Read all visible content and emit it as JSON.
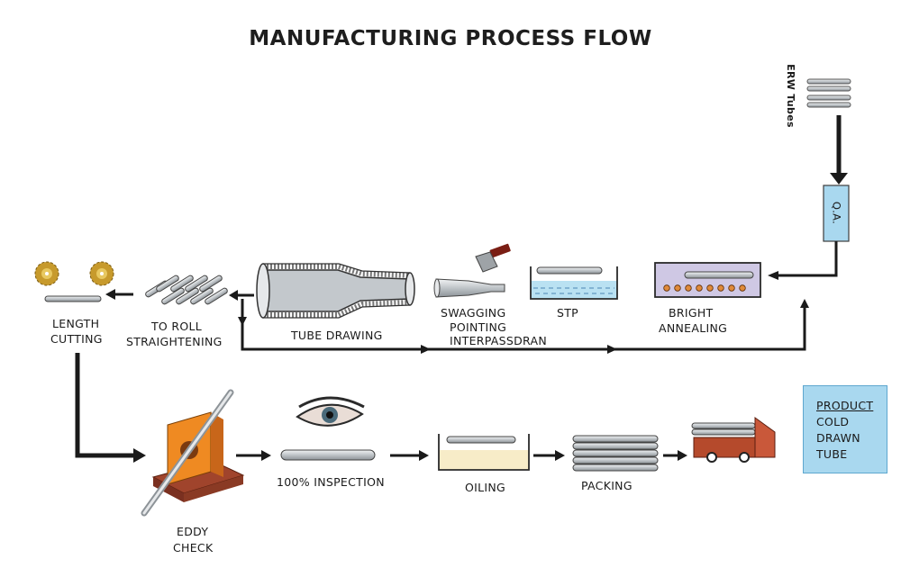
{
  "title": "MANUFACTURING PROCESS FLOW",
  "steps": {
    "erw_tubes": "ERW Tubes",
    "qa": "Q.A.",
    "bright_annealing": [
      "BRIGHT",
      "ANNEALING"
    ],
    "stp": "STP",
    "swagging": [
      "SWAGGING",
      "POINTING",
      "INTERPASSDRAN"
    ],
    "tube_drawing": "TUBE DRAWING",
    "roll_straightening": [
      "TO ROLL",
      "STRAIGHTENING"
    ],
    "length_cutting": [
      "LENGTH",
      "CUTTING"
    ],
    "eddy_check": [
      "EDDY",
      "CHECK"
    ],
    "inspection": "100% INSPECTION",
    "oiling": "OILING",
    "packing": "PACKING"
  },
  "product": {
    "heading": "PRODUCT",
    "lines": [
      "COLD",
      "DRAWN",
      "TUBE"
    ]
  },
  "colors": {
    "arrow": "#1a1a1a",
    "qa_box": "#a9d8ef",
    "product_box": "#a9d8ef",
    "annealing_furnace": "#cfc8e4",
    "furnace_burner": "#e08a3a",
    "water": "#b9e1f2",
    "oil": "#f7ecc8",
    "eddy_frame": "#ef8a22",
    "eddy_base": "#a0442c",
    "truck": "#b54a2c",
    "hammer": "#7a1e14",
    "saw_blade": "#c79a2c",
    "tube": "#c9cdd0"
  }
}
